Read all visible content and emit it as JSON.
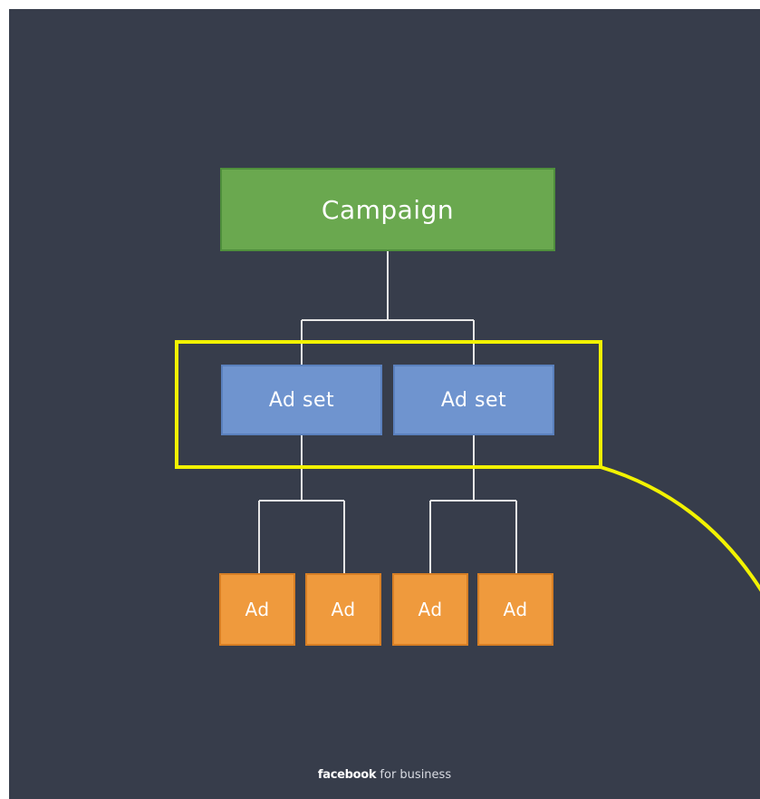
{
  "diagram": {
    "campaign": {
      "label": "Campaign"
    },
    "ad_sets": [
      {
        "label": "Ad set"
      },
      {
        "label": "Ad set"
      }
    ],
    "ads": [
      {
        "label": "Ad"
      },
      {
        "label": "Ad"
      },
      {
        "label": "Ad"
      },
      {
        "label": "Ad"
      }
    ]
  },
  "footer": {
    "brand": "facebook",
    "suffix": "for business"
  },
  "colors": {
    "background": "#373d4b",
    "campaign": "#6aa84f",
    "ad_set": "#6f94cf",
    "ad": "#ef9a3d",
    "connector": "#e6e6e6",
    "highlight": "#f2f200"
  }
}
